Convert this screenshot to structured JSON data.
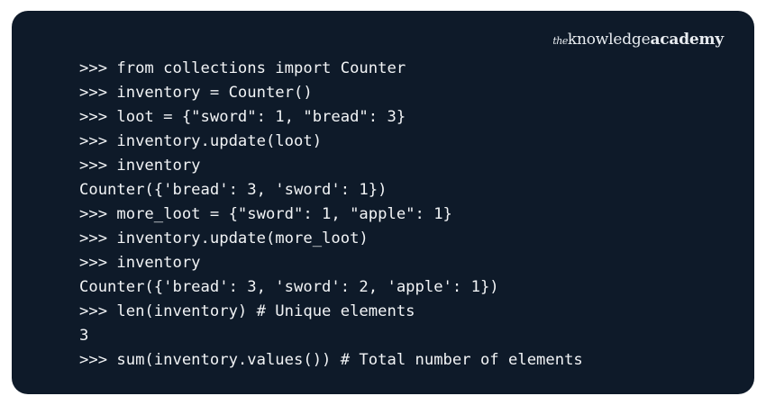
{
  "brand": {
    "prefix": "the",
    "name_regular": "knowledge",
    "name_bold": "academy"
  },
  "code": {
    "language": "python",
    "lines": [
      ">>> from collections import Counter",
      ">>> inventory = Counter()",
      ">>> loot = {\"sword\": 1, \"bread\": 3}",
      ">>> inventory.update(loot)",
      ">>> inventory",
      "Counter({'bread': 3, 'sword': 1})",
      ">>> more_loot = {\"sword\": 1, \"apple\": 1}",
      ">>> inventory.update(more_loot)",
      ">>> inventory",
      "Counter({'bread': 3, 'sword': 2, 'apple': 1})",
      ">>> len(inventory) # Unique elements",
      "3",
      ">>> sum(inventory.values()) # Total number of elements"
    ]
  },
  "colors": {
    "background": "#0e1a29",
    "text": "#f2f4f6"
  }
}
